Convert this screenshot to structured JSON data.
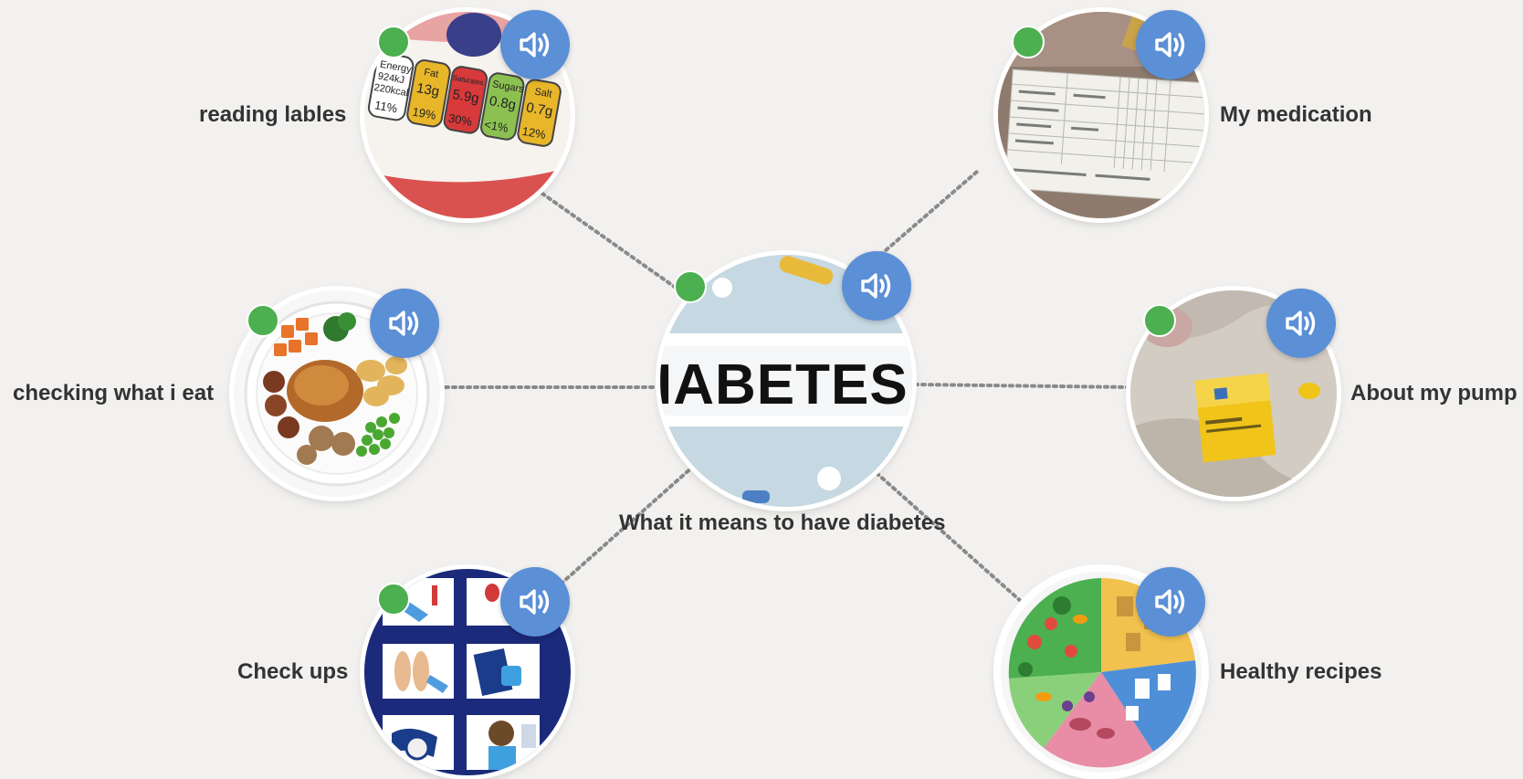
{
  "center": {
    "label": "What it means to have diabetes",
    "image_word": "IABETES"
  },
  "topics": [
    {
      "label": "reading lables",
      "image_text": [
        "Energy",
        "924kJ",
        "220kcal",
        "Fat",
        "13g",
        "Saturates",
        "5.9g",
        "Sugars",
        "0.8g",
        "Salt",
        "0.7g",
        "11%",
        "19%",
        "30%",
        "<1%",
        "12%"
      ]
    },
    {
      "label": "My medication"
    },
    {
      "label": "checking what i eat"
    },
    {
      "label": "About my pump"
    },
    {
      "label": "Check ups"
    },
    {
      "label": "Healthy recipes"
    }
  ],
  "colors": {
    "background": "#f2f1ef",
    "audio_button": "#5b8fd6",
    "status_dot": "#4caf50",
    "connector": "#8a8a8a",
    "label_text": "#333333"
  },
  "icons": {
    "audio": "speaker-icon",
    "status": "status-dot"
  }
}
